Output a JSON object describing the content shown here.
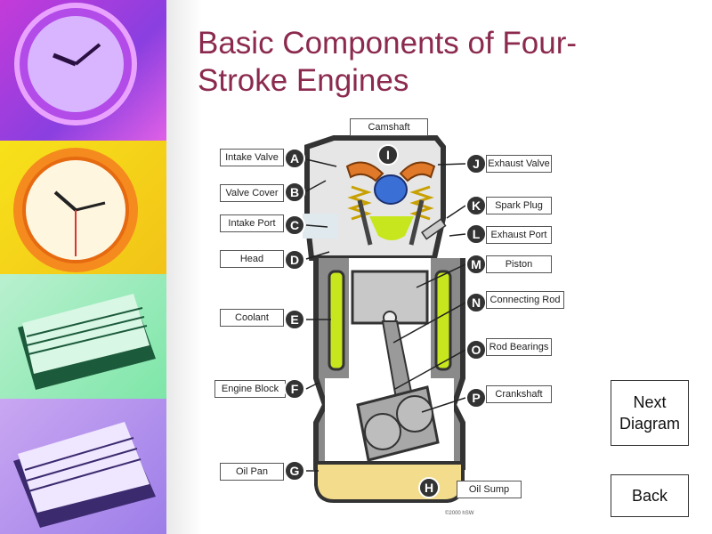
{
  "slide": {
    "title": "Basic Components of Four-Stroke Engines",
    "nav": {
      "next_label": "Next Diagram",
      "back_label": "Back"
    },
    "copyright": "©2000 hSW"
  },
  "diagram": {
    "top_label": "Camshaft",
    "left_labels": [
      {
        "letter": "A",
        "text": "Intake Valve"
      },
      {
        "letter": "B",
        "text": "Valve Cover"
      },
      {
        "letter": "C",
        "text": "Intake Port"
      },
      {
        "letter": "D",
        "text": "Head"
      },
      {
        "letter": "E",
        "text": "Coolant"
      },
      {
        "letter": "F",
        "text": "Engine Block"
      },
      {
        "letter": "G",
        "text": "Oil Pan"
      }
    ],
    "right_labels": [
      {
        "letter": "J",
        "text": "Exhaust Valve"
      },
      {
        "letter": "K",
        "text": "Spark Plug"
      },
      {
        "letter": "L",
        "text": "Exhaust Port"
      },
      {
        "letter": "M",
        "text": "Piston"
      },
      {
        "letter": "N",
        "text": "Connecting Rod"
      },
      {
        "letter": "O",
        "text": "Rod Bearings"
      },
      {
        "letter": "P",
        "text": "Crankshaft"
      }
    ],
    "center_letters": [
      "I",
      "H"
    ],
    "bottom_label": "Oil Sump"
  },
  "colors": {
    "title": "#8b2a4e",
    "coolant": "#c8e61e",
    "oil": "#f3dc8c",
    "cam": "#e07a2a",
    "combustion": "#3a6fd6",
    "letter_circle": "#333333"
  }
}
